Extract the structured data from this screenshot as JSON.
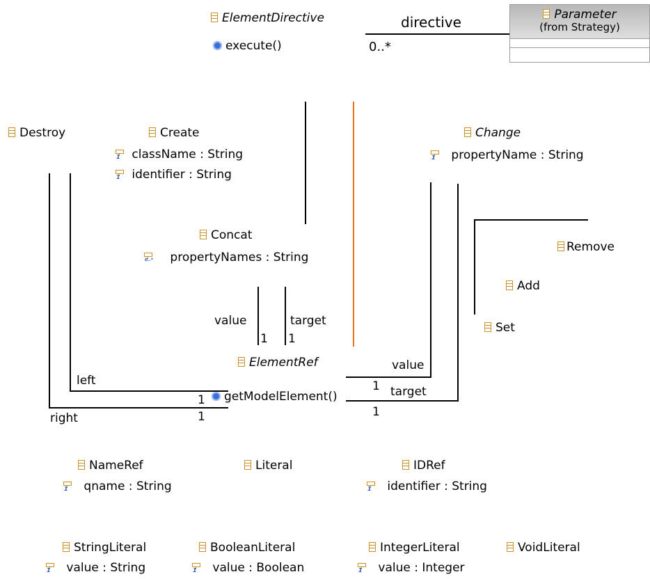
{
  "element_directive": {
    "name": "ElementDirective",
    "operation": "execute()"
  },
  "directive_assoc": {
    "role": "directive",
    "multiplicity": "0..*"
  },
  "parameter": {
    "name": "Parameter",
    "origin": "(from Strategy)"
  },
  "destroy": {
    "name": "Destroy"
  },
  "create": {
    "name": "Create",
    "attr1": "className : String",
    "attr2": "identifier : String"
  },
  "change": {
    "name": "Change",
    "attr1": "propertyName : String"
  },
  "concat": {
    "name": "Concat",
    "attr1": "propertyNames : String"
  },
  "remove": {
    "name": "Remove"
  },
  "add": {
    "name": "Add"
  },
  "set": {
    "name": "Set"
  },
  "element_ref": {
    "name": "ElementRef",
    "operation": "getModelElement()"
  },
  "labels": {
    "concat_value": "value",
    "concat_value_mult": "1",
    "concat_target": "target",
    "concat_target_mult": "1",
    "change_value": "value",
    "change_value_mult": "1",
    "change_target": "target",
    "change_target_mult": "1",
    "destroy_left": "left",
    "destroy_left_mult": "1",
    "destroy_right": "right",
    "destroy_right_mult": "1"
  },
  "name_ref": {
    "name": "NameRef",
    "attr1": "qname : String"
  },
  "literal": {
    "name": "Literal"
  },
  "id_ref": {
    "name": "IDRef",
    "attr1": "identifier : String"
  },
  "string_literal": {
    "name": "StringLiteral",
    "attr1": "value : String"
  },
  "boolean_literal": {
    "name": "BooleanLiteral",
    "attr1": "value : Boolean"
  },
  "integer_literal": {
    "name": "IntegerLiteral",
    "attr1": "value : Integer"
  },
  "void_literal": {
    "name": "VoidLiteral"
  },
  "multiplicity_marks": {
    "single": "1",
    "many": "0..*"
  },
  "colors": {
    "class_icon": "#c8932a",
    "operation_icon": "#3a6fd8",
    "highlight_line": "#e8731c",
    "header_gray": "#c4c4c4"
  }
}
